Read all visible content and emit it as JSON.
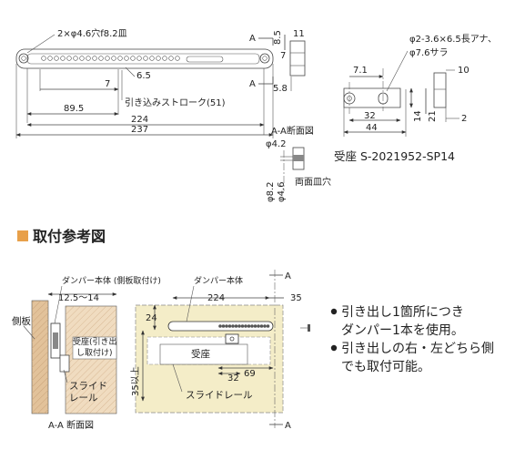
{
  "top": {
    "hole_note": "2×φ4.6穴f8.2皿",
    "dim_89_5": "89.5",
    "dim_224": "224",
    "dim_237": "237",
    "dim_7": "7",
    "dim_6_5": "6.5",
    "dim_8_5": "8.5",
    "dim_11": "11",
    "dim_7b": "7",
    "dim_5_8": "5.8",
    "stroke_label": "引き込みストローク(51)",
    "section_A_top": "A",
    "section_A_bot": "A",
    "section_title": "A-A断面図",
    "dim_phi4_2": "φ4.2",
    "dim_phi8_2": "φ8.2",
    "dim_phi4_6": "φ4.6",
    "both_sides": "両面皿穴"
  },
  "receiver": {
    "hole_note_1": "φ2-3.6×6.5長アナ、",
    "hole_note_2": "φ7.6サラ",
    "dim_7_1": "7.1",
    "dim_10": "10",
    "dim_32": "32",
    "dim_44": "44",
    "dim_14": "14",
    "dim_21": "21",
    "dim_2": "2",
    "part_label": "受座 S-2021952-SP14"
  },
  "section_heading": "取付参考図",
  "bottom": {
    "damper_side": "ダンパー本体 (側板取付け)",
    "damper_main": "ダンパー本体",
    "dim_12_5_14": "12.5～14",
    "side_panel": "側板",
    "receiver_pull_1": "受座(引き出",
    "receiver_pull_2": "し取付け)",
    "slide_rail_1": "スライド",
    "slide_rail_2": "レール",
    "aa_caption": "A-A 断面図",
    "dim_224": "224",
    "dim_35": "35",
    "dim_24": "24",
    "dim_35_min": "35以上",
    "receiver": "受座",
    "dim_32": "32",
    "dim_69": "69",
    "slide_rail": "スライドレール",
    "section_A_top": "A",
    "section_A_bot": "A"
  },
  "notes": {
    "line1": "引き出し1箇所につき",
    "line2": "ダンパー1本を使用。",
    "line3": "引き出しの右・左どちら側",
    "line4": "でも取付可能。"
  },
  "colors": {
    "accent_orange": "#e8a04a",
    "wood": "#f0dcc0",
    "wood_dark": "#e2c29a",
    "drawer_fill": "#f4edc8"
  }
}
